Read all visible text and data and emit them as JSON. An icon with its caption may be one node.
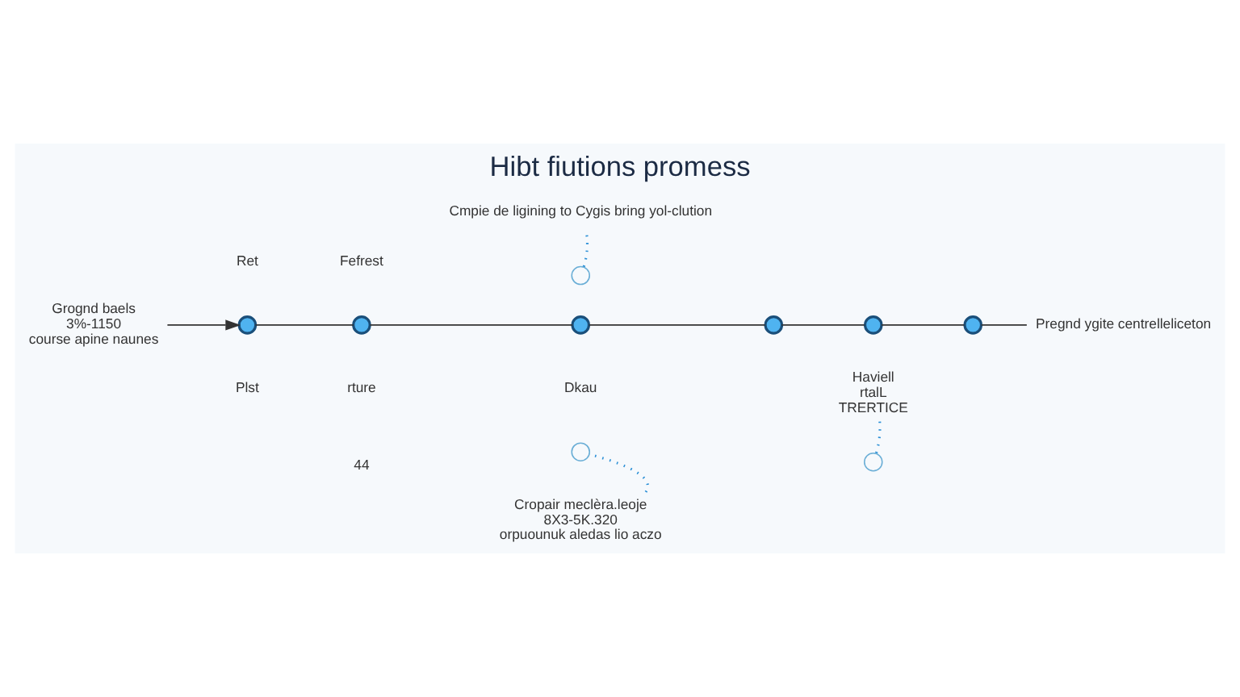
{
  "diagram": {
    "title": "Hibt fiutions promess",
    "nodes": [
      {
        "text": [
          "Grognd baels",
          "3%-1150",
          "course apine naunes"
        ]
      },
      {
        "text": [],
        "shape": "circle"
      },
      {
        "text": [],
        "shape": "circle"
      },
      {
        "text": [],
        "shape": "circle"
      },
      {
        "text": [],
        "shape": "circle"
      },
      {
        "text": [],
        "shape": "circle"
      },
      {
        "text": [],
        "shape": "circle"
      },
      {
        "text": [
          "Cmpie de ligining to Cygis bring yol-clution"
        ]
      },
      {
        "text": [],
        "shape": "circle"
      },
      {
        "text": [],
        "shape": "circle"
      },
      {
        "text": [
          "Cropair meclèra.leoje",
          "8X3-5K.320",
          "orpuounuk aledas lio aczo"
        ]
      },
      {
        "text": [],
        "shape": "circle"
      },
      {
        "text": [
          "Haviell",
          "rtalL",
          "TRERTICE"
        ]
      },
      {
        "text": [
          "Pregnd ygite centrelleliceton"
        ]
      }
    ],
    "edges": [
      {
        "from": 0,
        "to": 1,
        "arrow": "to"
      },
      {
        "from": 1,
        "to": 2,
        "arrow": "none"
      },
      {
        "from": 2,
        "to": 3,
        "arrow": "none"
      },
      {
        "from": 3,
        "to": 4,
        "arrow": "none"
      },
      {
        "from": 4,
        "to": 5,
        "arrow": "none"
      },
      {
        "from": 5,
        "to": 6,
        "arrow": "none"
      },
      {
        "from": 6,
        "to": 13,
        "arrow": "none"
      },
      {
        "from": 7,
        "to": 8,
        "arrow": "none",
        "style": "dashed",
        "color": "#2a8fd6"
      },
      {
        "from": 10,
        "to": 9,
        "arrow": "none",
        "style": "dashed",
        "color": "#2a8fd6"
      },
      {
        "from": 12,
        "to": 11,
        "arrow": "none",
        "style": "dashed",
        "color": "#2a8fd6"
      }
    ],
    "labels": [
      "Fefrest",
      "Ret",
      "Plst",
      "Dkau",
      "rture",
      "44"
    ]
  }
}
